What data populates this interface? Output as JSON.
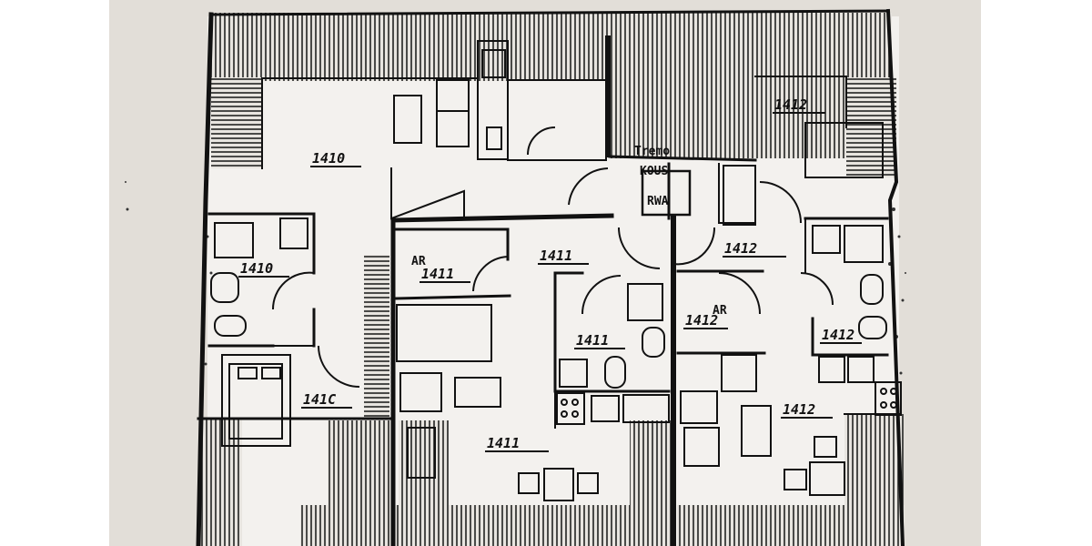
{
  "rooms": [
    {
      "id": "r1410a",
      "text": "1410"
    },
    {
      "id": "r1410b",
      "text": "1410"
    },
    {
      "id": "r1410c",
      "text": "141C"
    },
    {
      "id": "r1411a",
      "text": "1411"
    },
    {
      "id": "r1411b",
      "text": "1411"
    },
    {
      "id": "r1411c",
      "text": "1411"
    },
    {
      "id": "r1411d",
      "text": "1411"
    },
    {
      "id": "r1412a",
      "text": "1412"
    },
    {
      "id": "r1412b",
      "text": "1412"
    },
    {
      "id": "r1412c",
      "text": "1412"
    },
    {
      "id": "r1412d",
      "text": "1412"
    },
    {
      "id": "r1412e",
      "text": "1412"
    }
  ],
  "marks": {
    "ar1": "AR",
    "ar2": "AR",
    "kous": "KOUS",
    "rwa": "RWA",
    "tremo": "Tremo"
  },
  "colors": {
    "paper": "#e2ded8",
    "ink": "#111111"
  }
}
